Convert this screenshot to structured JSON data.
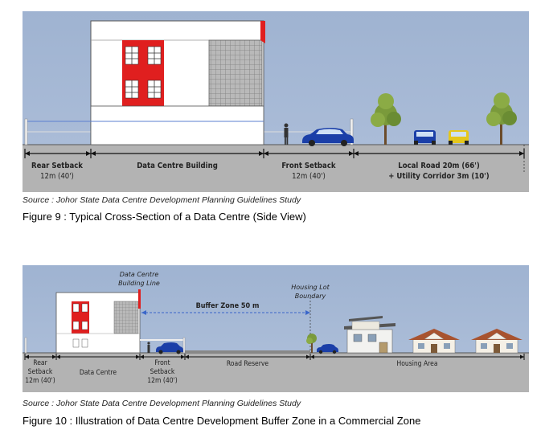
{
  "figure9": {
    "labels": {
      "rear_setback": "Rear Setback",
      "rear_setback_dim": "12m (40')",
      "building": "Data Centre Building",
      "front_setback": "Front Setback",
      "front_setback_dim": "12m (40')",
      "road_line1": "Local Road 20m (66')",
      "road_line2": "+ Utility Corridor 3m (10')"
    },
    "source": "Source : Johor State Data Centre Development Planning Guidelines Study",
    "caption": "Figure 9 : Typical Cross-Section of a Data Centre (Side View)"
  },
  "figure10": {
    "labels": {
      "building_line1": "Data Centre",
      "building_line2": "Building Line",
      "buffer_zone": "Buffer Zone 50 m",
      "housing_lot1": "Housing Lot",
      "housing_lot2": "Boundary",
      "rear1": "Rear",
      "rear2": "Setback",
      "rear_dim": "12m (40')",
      "data_centre": "Data Centre",
      "front1": "Front",
      "front2": "Setback",
      "front_dim": "12m (40')",
      "road_reserve": "Road Reserve",
      "housing_area": "Housing Area"
    },
    "source": "Source : Johor State Data Centre Development Planning Guidelines Study",
    "caption": "Figure 10 : Illustration of Data Centre Development Buffer Zone in a Commercial Zone"
  },
  "colors": {
    "sky": "#9fb3d1",
    "ground": "#b3b3b3",
    "window_red": "#e01f1f",
    "car_blue": "#1b3fa8",
    "car_yellow": "#e5c71c",
    "tree_green": "#7a9a3b"
  }
}
